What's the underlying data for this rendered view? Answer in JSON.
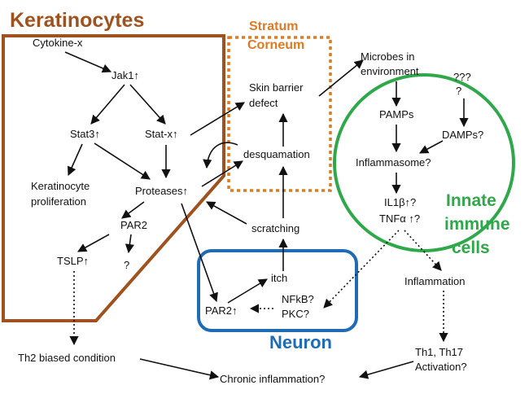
{
  "regions": {
    "keratinocytes": {
      "label": "Keratinocytes",
      "color": "#a0521e"
    },
    "stratum_corneum": {
      "line1": "Stratum",
      "line2": "Corneum",
      "color": "#e07a22"
    },
    "neuron": {
      "label": "Neuron",
      "color": "#1f6cb5"
    },
    "innate": {
      "line1": "Innate",
      "line2": "immune",
      "line3": "cells",
      "color": "#2fa84a"
    }
  },
  "nodes": {
    "cytokine_x": "Cytokine-x",
    "jak1": "Jak1↑",
    "stat3": "Stat3↑",
    "stat_x": "Stat-x↑",
    "keratinocyte_prolif_1": "Keratinocyte",
    "keratinocyte_prolif_2": "proliferation",
    "proteases": "Proteases↑",
    "par2": "PAR2",
    "tslp": "TSLP↑",
    "par2_q": "?",
    "skin_barrier_1": "Skin barrier",
    "skin_barrier_2": "defect",
    "desquamation": "desquamation",
    "scratching": "scratching",
    "itch": "itch",
    "par2_neuron": "PAR2↑",
    "nfkb": "NFkB?",
    "pkc": "PKC?",
    "microbes_1": "Microbes in",
    "microbes_2": "environment",
    "unknown_1": "???",
    "unknown_2": "?",
    "pamps": "PAMPs",
    "damps": "DAMPs?",
    "inflammasome": "Inflammasome?",
    "il1b": "IL1β↑?",
    "tnfa": "TNFα ↑?",
    "inflammation": "Inflammation",
    "th2": "Th2 biased condition",
    "th1_1": "Th1, Th17",
    "th1_2": "Activation?",
    "chronic": "Chronic inflammation?"
  }
}
